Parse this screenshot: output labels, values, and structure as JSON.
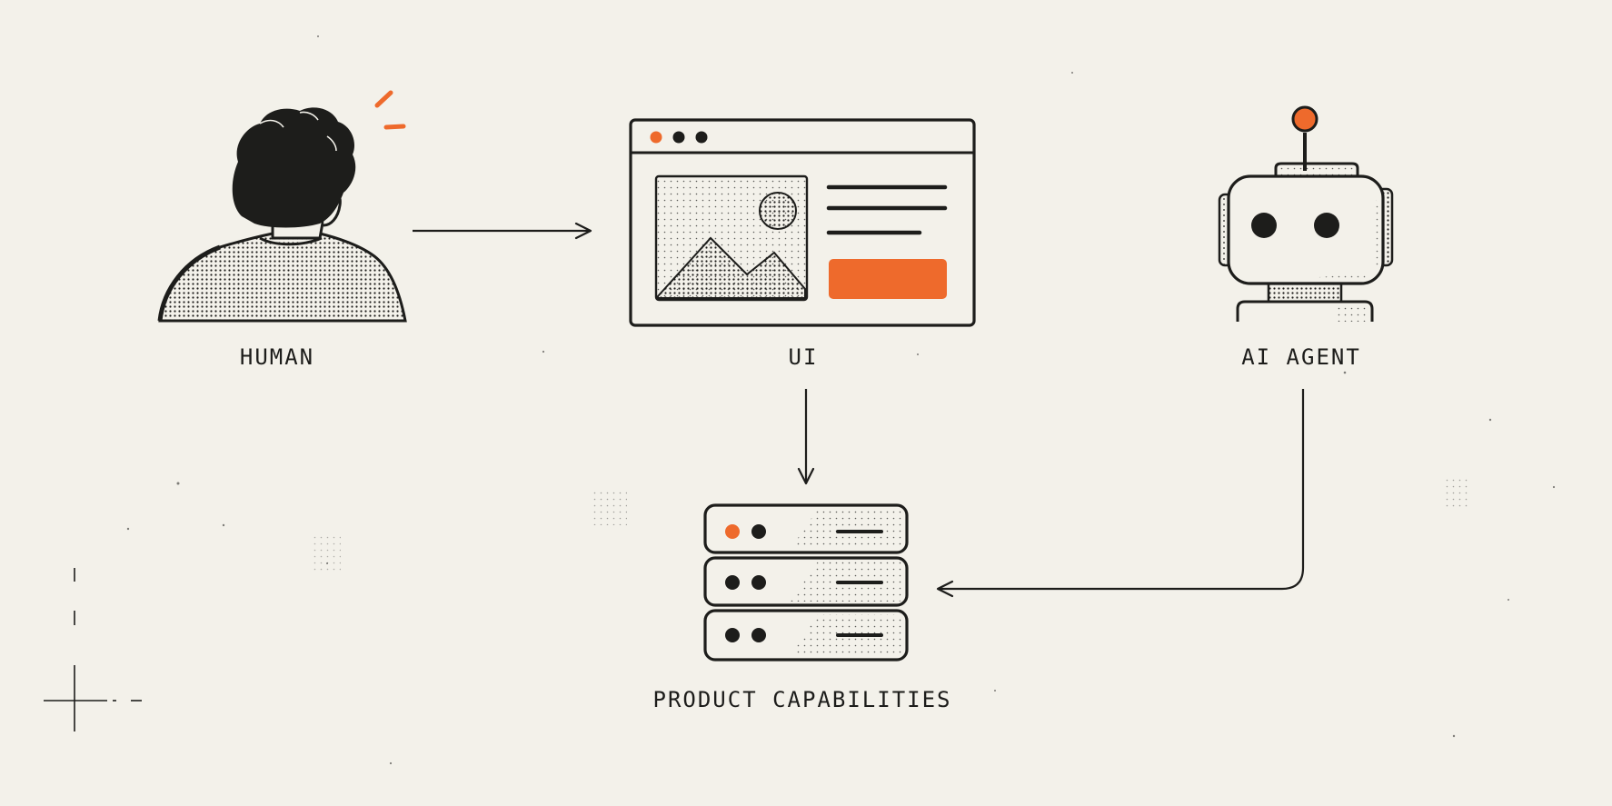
{
  "nodes": {
    "human": {
      "label": "HUMAN"
    },
    "ui": {
      "label": "UI"
    },
    "agent": {
      "label": "AI AGENT"
    },
    "capabilities": {
      "label": "PRODUCT CAPABILITIES"
    }
  },
  "edges": [
    {
      "from": "human",
      "to": "ui"
    },
    {
      "from": "ui",
      "to": "capabilities"
    },
    {
      "from": "agent",
      "to": "capabilities"
    }
  ],
  "colors": {
    "background": "#f3f1ea",
    "ink": "#1d1d1b",
    "accent": "#ee6a2c"
  }
}
